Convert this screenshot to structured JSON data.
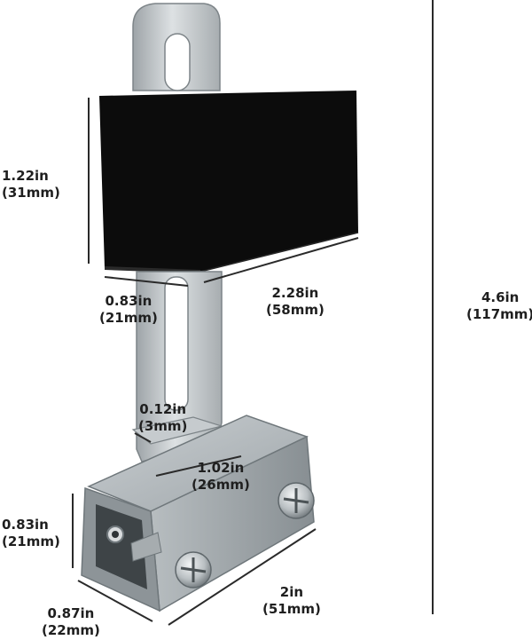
{
  "colors": {
    "rubber": "#0c0c0c",
    "steel_light": "#d2d6d8",
    "steel_mid": "#a9afb2",
    "steel_dark": "#767d81",
    "dimension_line": "#2a2a2a",
    "text": "#1f1f1f"
  },
  "dimensions": {
    "block_height": {
      "imperial": "1.22in",
      "metric": "(31mm)"
    },
    "block_depth": {
      "imperial": "0.83in",
      "metric": "(21mm)"
    },
    "block_length": {
      "imperial": "2.28in",
      "metric": "(58mm)"
    },
    "overall_height": {
      "imperial": "4.6in",
      "metric": "(117mm)"
    },
    "bracket_thickness": {
      "imperial": "0.12in",
      "metric": "(3mm)"
    },
    "clamp_top_width": {
      "imperial": "1.02in",
      "metric": "(26mm)"
    },
    "clamp_height": {
      "imperial": "0.83in",
      "metric": "(21mm)"
    },
    "clamp_depth": {
      "imperial": "0.87in",
      "metric": "(22mm)"
    },
    "clamp_length": {
      "imperial": "2in",
      "metric": "(51mm)"
    }
  }
}
